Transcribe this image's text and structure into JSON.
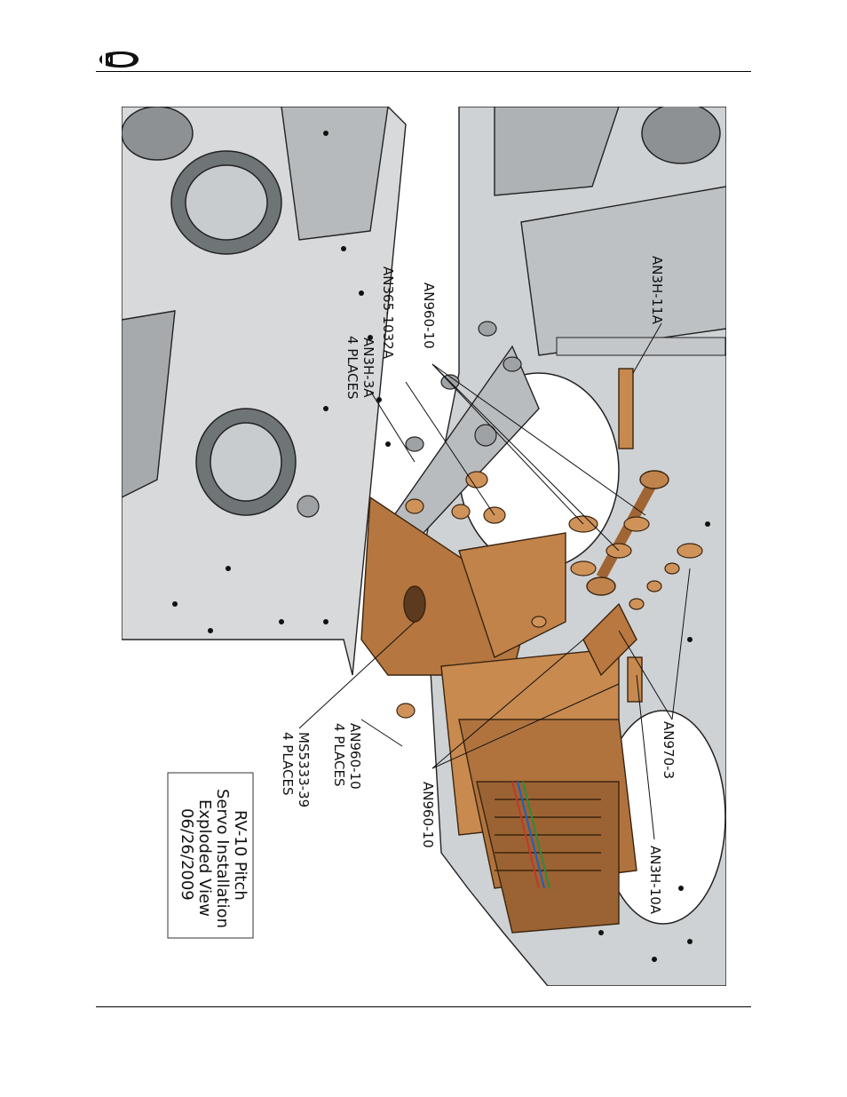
{
  "header": {
    "logo": "dynon-logo-icon"
  },
  "figure": {
    "title_block": {
      "line1": "RV-10 Pitch",
      "line2": "Servo Installation",
      "line3": "Exploded View",
      "line4": "06/26/2009"
    },
    "callouts": {
      "an3h_11a": "AN3H-11A",
      "an960_10_top": "AN960-10",
      "an365_1032a": "AN365-1032A",
      "an3h_3a": "AN3H-3A",
      "an3h_3a_qty": "4 PLACES",
      "an960_10_left": "AN960-10",
      "an960_10_left_qty": "4 PLACES",
      "ms5333_39": "MS5333-39",
      "ms5333_39_qty": "4 PLACES",
      "an960_10_bottom": "AN960-10",
      "an970_3": "AN970-3",
      "an3h_10a": "AN3H-10A"
    }
  }
}
